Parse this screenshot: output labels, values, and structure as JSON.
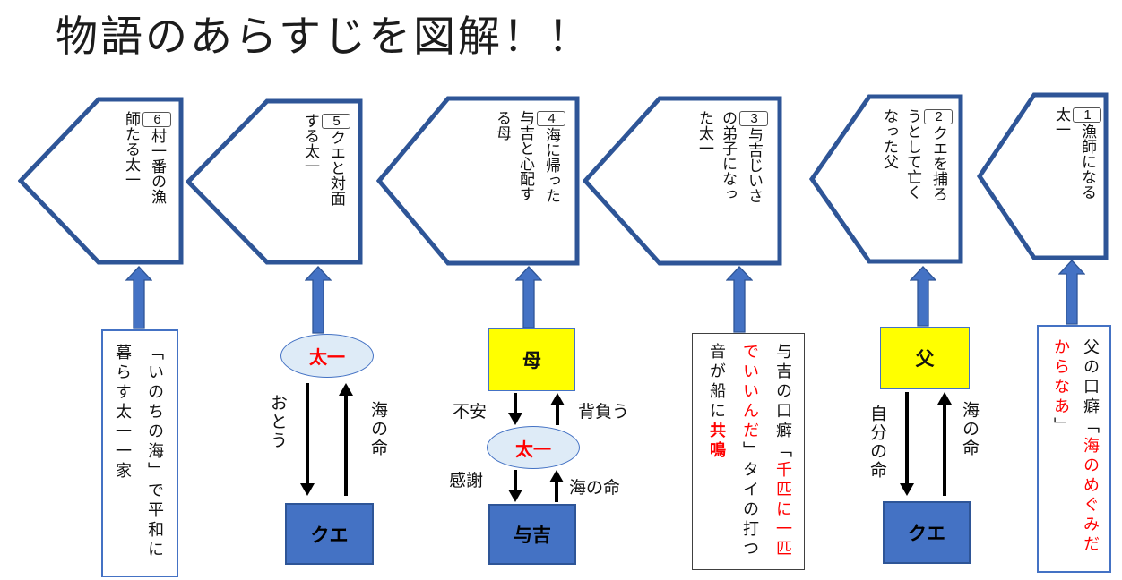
{
  "title": "物語のあらすじを図解！！",
  "palette": {
    "chevron_border": "#2E5597",
    "arrow_blue": "#4472C4",
    "box_yellow": "#FFFF00",
    "box_blue": "#4472C4",
    "ellipse_fill": "#DEEBF7",
    "red": "#FF0000"
  },
  "chevrons": [
    {
      "num": "6",
      "text": "村一番の漁師たる太一"
    },
    {
      "num": "5",
      "text": "クエと対面する太一"
    },
    {
      "num": "4",
      "text": "海に帰った与吉と心配する母"
    },
    {
      "num": "3",
      "text": "与吉じいさの弟子になった太一"
    },
    {
      "num": "2",
      "text": "クエを捕ろうとして亡くなった父"
    },
    {
      "num": "1",
      "text": "漁師になる太一"
    }
  ],
  "notes": {
    "family": {
      "text": "「いのちの海」で平和に暮らす太一一家"
    },
    "yoshikichi": {
      "segments": [
        {
          "text": "与吉の口癖「",
          "color": "#111111"
        },
        {
          "text": "千匹に一匹でいいんだ",
          "color": "#FF0000"
        },
        {
          "text": "」タイの打つ音が船に",
          "color": "#111111"
        },
        {
          "text": "共鳴",
          "color": "#FF0000",
          "bold": true
        }
      ]
    },
    "father": {
      "segments": [
        {
          "text": "父の口癖「",
          "color": "#111111"
        },
        {
          "text": "海のめぐみだからなあ",
          "color": "#FF0000"
        },
        {
          "text": "」",
          "color": "#111111"
        }
      ]
    }
  },
  "relations": {
    "taichi_kue": {
      "actor": "太一",
      "down": "おとう",
      "up": "海の命",
      "bottom": "クエ"
    },
    "haha": {
      "top": "母",
      "down1": "不安",
      "up1": "背負う",
      "actor": "太一",
      "down2": "感謝",
      "up2": "海の命",
      "bottom": "与吉"
    },
    "chichi": {
      "top": "父",
      "down": "自分の命",
      "up": "海の命",
      "bottom": "クエ"
    }
  }
}
